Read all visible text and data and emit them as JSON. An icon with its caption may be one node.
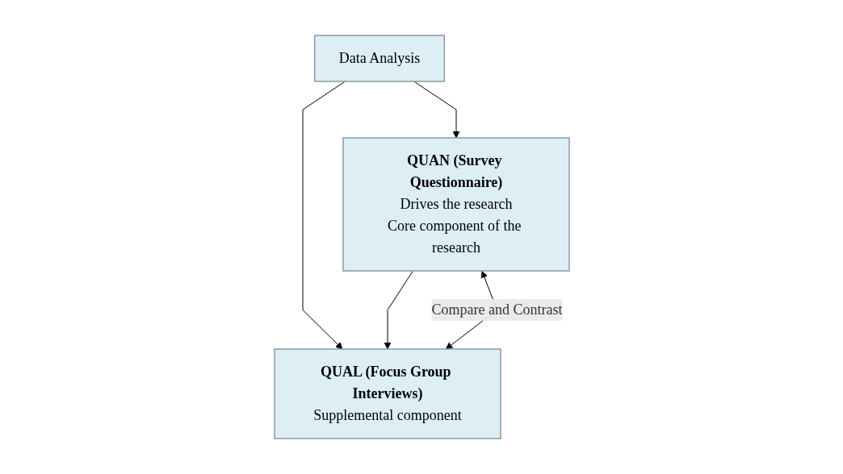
{
  "diagram": {
    "nodes": [
      {
        "text": [
          "Data Analysis"
        ]
      },
      {
        "text": [
          "QUAN (Survey Questionnaire)",
          "Drives the research",
          "Core component of the research"
        ]
      },
      {
        "text": [
          "QUAL (Focus Group Interviews)",
          "Supplemental component"
        ]
      }
    ],
    "edges": [
      {
        "from": 0,
        "to": 1,
        "arrow": "to"
      },
      {
        "from": 0,
        "to": 2,
        "arrow": "to"
      },
      {
        "from": 1,
        "to": 2,
        "arrow": "to"
      },
      {
        "from": 1,
        "to": 2,
        "arrow": "both",
        "label": "Compare and Contrast"
      }
    ]
  }
}
